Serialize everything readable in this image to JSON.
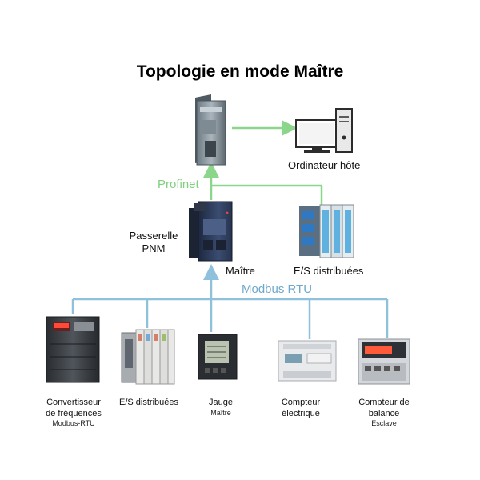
{
  "title": "Topologie en mode Maître",
  "colors": {
    "profinet": "#8bd68b",
    "modbus": "#8fc0dc",
    "profinet_text": "#7fcf7f",
    "modbus_text": "#6ea8cc"
  },
  "buses": {
    "profinet": "Profinet",
    "modbus": "Modbus RTU"
  },
  "nodes": {
    "plc": {
      "icon": "plc-icon"
    },
    "host": {
      "label": "Ordinateur hôte",
      "icon": "desktop-computer-icon"
    },
    "gateway": {
      "label_line1": "Passerelle",
      "label_line2": "PNM",
      "role": "Maître",
      "icon": "gateway-icon"
    },
    "io_top": {
      "label": "E/S distribuées",
      "icon": "io-module-icon"
    }
  },
  "slaves": [
    {
      "line1": "Convertisseur",
      "line2": "de fréquences",
      "note": "Modbus-RTU",
      "icon": "frequency-converter-icon"
    },
    {
      "line1": "E/S distribuées",
      "line2": "",
      "note": "",
      "icon": "io-terminal-icon"
    },
    {
      "line1": "Jauge",
      "line2": "",
      "note": "Maître",
      "icon": "gauge-meter-icon"
    },
    {
      "line1": "Compteur",
      "line2": "électrique",
      "note": "",
      "icon": "electric-meter-icon"
    },
    {
      "line1": "Compteur de",
      "line2": "balance",
      "note": "Esclave",
      "icon": "scale-meter-icon"
    }
  ]
}
